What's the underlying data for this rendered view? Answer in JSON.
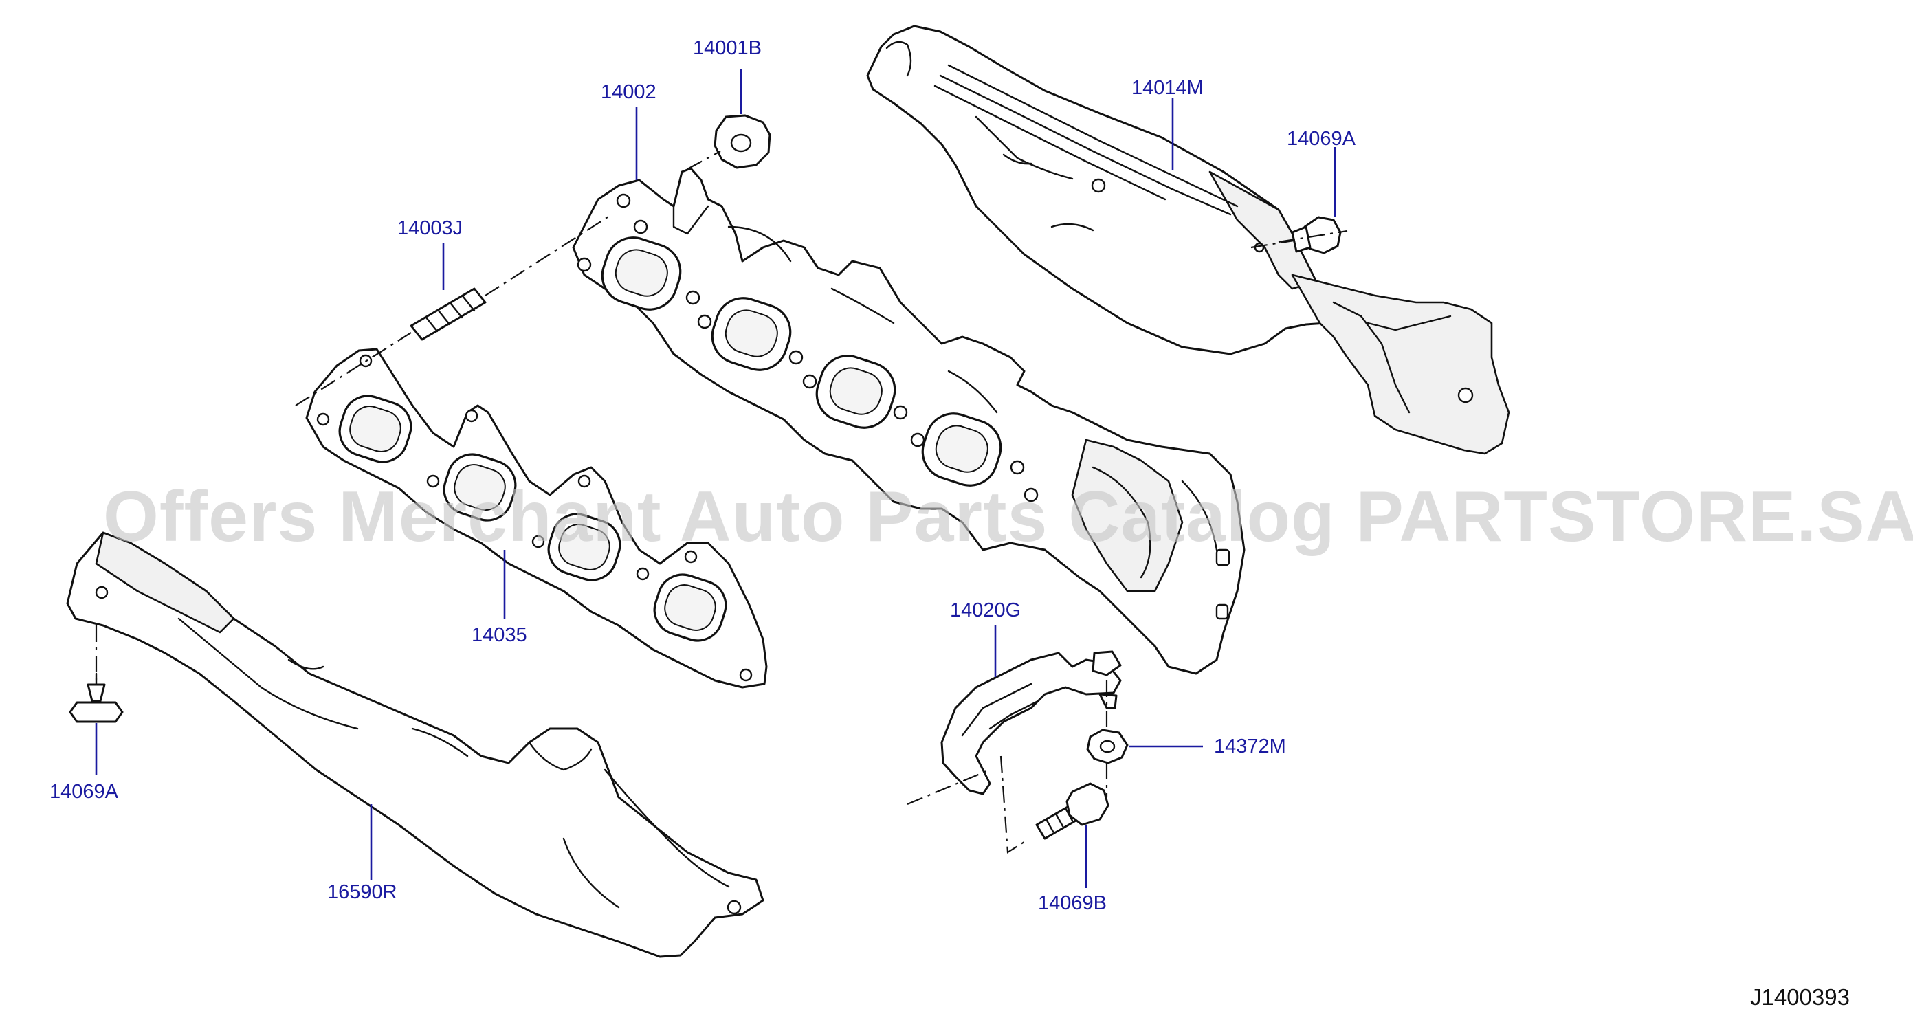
{
  "callouts": {
    "c14001B": "14001B",
    "c14002": "14002",
    "c14003J": "14003J",
    "c14014M": "14014M",
    "c14069A_right": "14069A",
    "c14035": "14035",
    "c14020G": "14020G",
    "c14372M": "14372M",
    "c14069A_left": "14069A",
    "c16590R": "16590R",
    "c14069B": "14069B"
  },
  "watermark": "Offers Merchant Auto Parts Catalog PARTSTORE.SA",
  "diagram_id": "J1400393",
  "colors": {
    "callout_text": "#1a1aa0",
    "leader_line": "#1a1aa0",
    "line_art": "#111111",
    "watermark": "#c8c8c8"
  }
}
